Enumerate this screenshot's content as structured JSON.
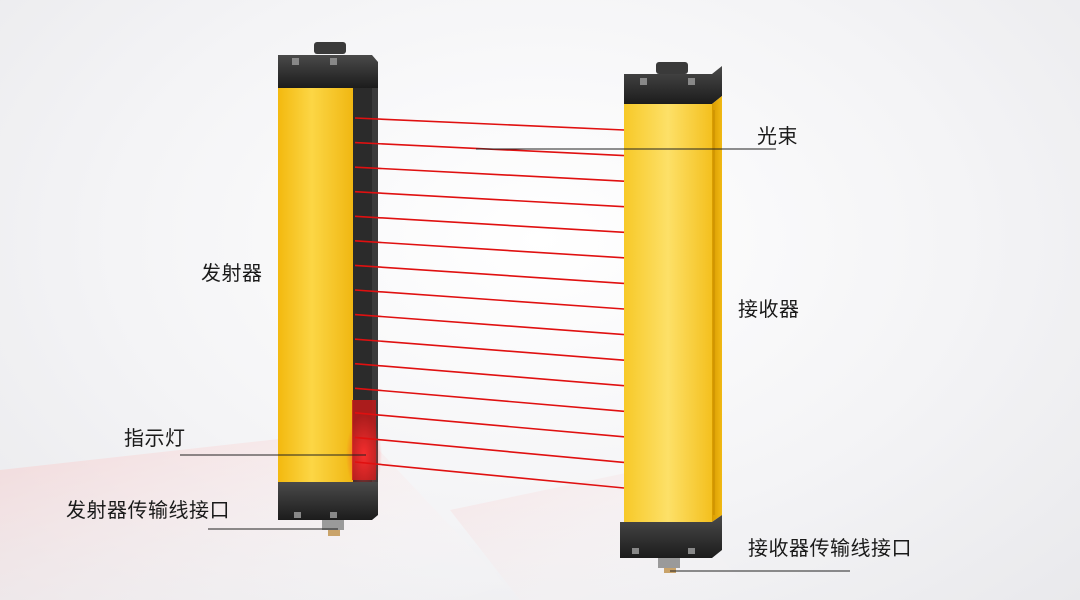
{
  "labels": {
    "beam": "光束",
    "emitter": "发射器",
    "receiver": "接收器",
    "indicator": "指示灯",
    "emitter_port": "发射器传输线接口",
    "receiver_port": "接收器传输线接口"
  },
  "colors": {
    "housing_yellow": "#f5c21a",
    "housing_dark": "#2a2a2a",
    "beam_red": "#e01010"
  },
  "beam_count": 15
}
